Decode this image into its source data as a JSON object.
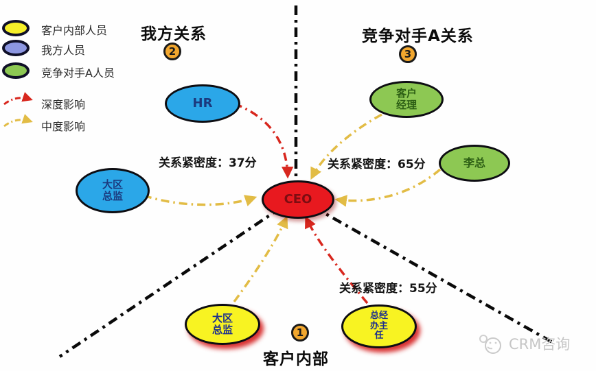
{
  "legend": {
    "items": [
      {
        "label": "客户内部人员",
        "color": "#f5ef2a"
      },
      {
        "label": "我方人员",
        "color": "#8d97e2"
      },
      {
        "label": "竞争对手A人员",
        "color": "#8dc853"
      }
    ],
    "influence": [
      {
        "label": "深度影响",
        "color": "#d8271e"
      },
      {
        "label": "中度影响",
        "color": "#e2bc45"
      }
    ]
  },
  "sections": {
    "ours": {
      "title": "我方关系",
      "badge": "2"
    },
    "competitor": {
      "title": "竞争对手A关系",
      "badge": "3"
    },
    "internal": {
      "title": "客户内部",
      "badge": "1"
    }
  },
  "nodes": {
    "hr": "HR",
    "regional_director_ours": "大区\n总监",
    "ceo": "CEO",
    "account_manager": "客户\n经理",
    "mr_li": "李总",
    "regional_director_internal": "大区\n总监",
    "gm_office_director": "总经\n办主\n任"
  },
  "scores": {
    "ours": "关系紧密度：37分",
    "competitor": "关系紧密度：65分",
    "internal": "关系紧密度：55分"
  },
  "watermark": "CRM咨询",
  "colors": {
    "node_blue": "#2ba7e8",
    "node_green": "#8dc853",
    "node_yellow": "#f8f322",
    "node_red": "#e8191f",
    "deep_influence_arrow": "#d8271e",
    "medium_influence_arrow": "#e2bc45",
    "badge_fill": "#f2a72e"
  }
}
